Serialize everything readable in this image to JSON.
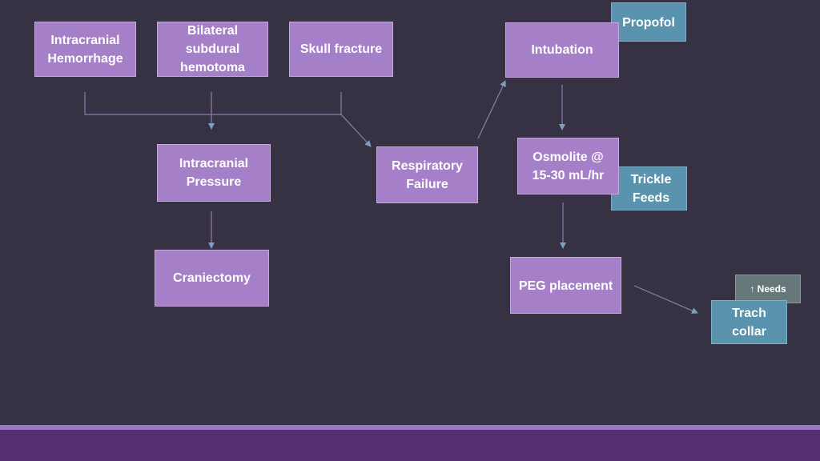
{
  "diagram": {
    "nodes": {
      "intracranial_hemorrhage": "Intracranial\nHemorrhage",
      "bilateral_subdural": "Bilateral\nsubdural\nhemotoma",
      "skull_fracture": "Skull fracture",
      "intracranial_pressure": "Intracranial\nPressure",
      "craniectomy": "Craniectomy",
      "respiratory_failure": "Respiratory\nFailure",
      "intubation": "Intubation",
      "propofol": "Propofol",
      "osmolite": "Osmolite @\n15-30 mL/hr",
      "trickle_feeds": "Trickle\nFeeds",
      "peg_placement": "PEG placement",
      "needs": "↑ Needs",
      "trach_collar": "Trach\ncollar"
    },
    "colors": {
      "background": "#373243",
      "node_purple": "#a57fc7",
      "node_blue": "#5a93ad",
      "node_gray": "#68787a",
      "connector": "#8a7fb0",
      "footer_light": "#9a78c4",
      "footer_dark": "#552f70"
    }
  }
}
